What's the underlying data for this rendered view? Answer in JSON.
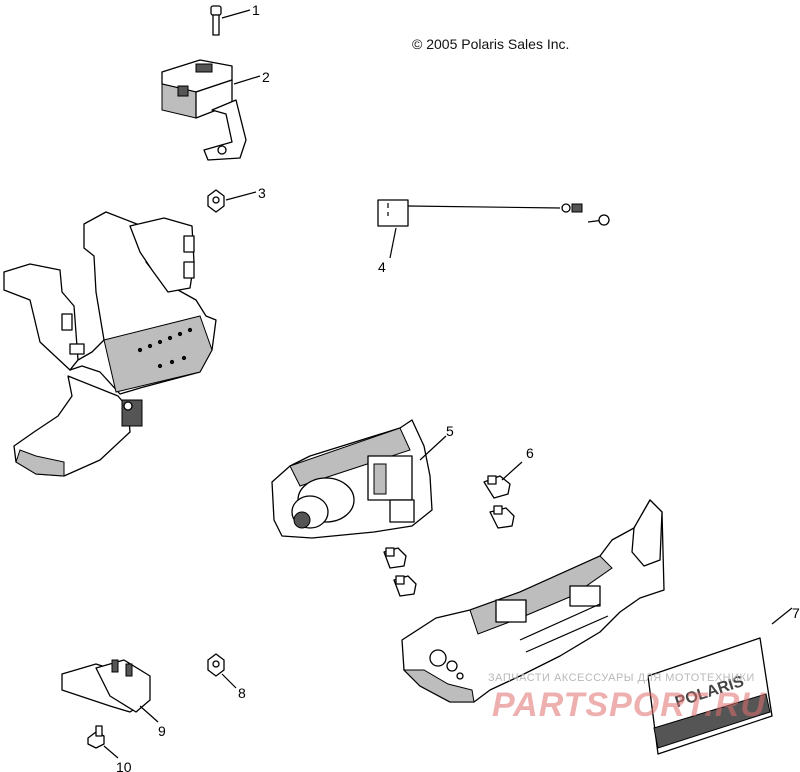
{
  "copyright": "© 2005 Polaris Sales Inc.",
  "callouts": [
    "1",
    "2",
    "3",
    "4",
    "5",
    "6",
    "7",
    "8",
    "9",
    "10"
  ],
  "plate_text": "POLARIS",
  "watermark_line1": "ЗАПЧАСТИ АКСЕССУАРЫ ДЛЯ МОТОТЕХНИКИ",
  "watermark_line2": "PARTSPORT.RU"
}
